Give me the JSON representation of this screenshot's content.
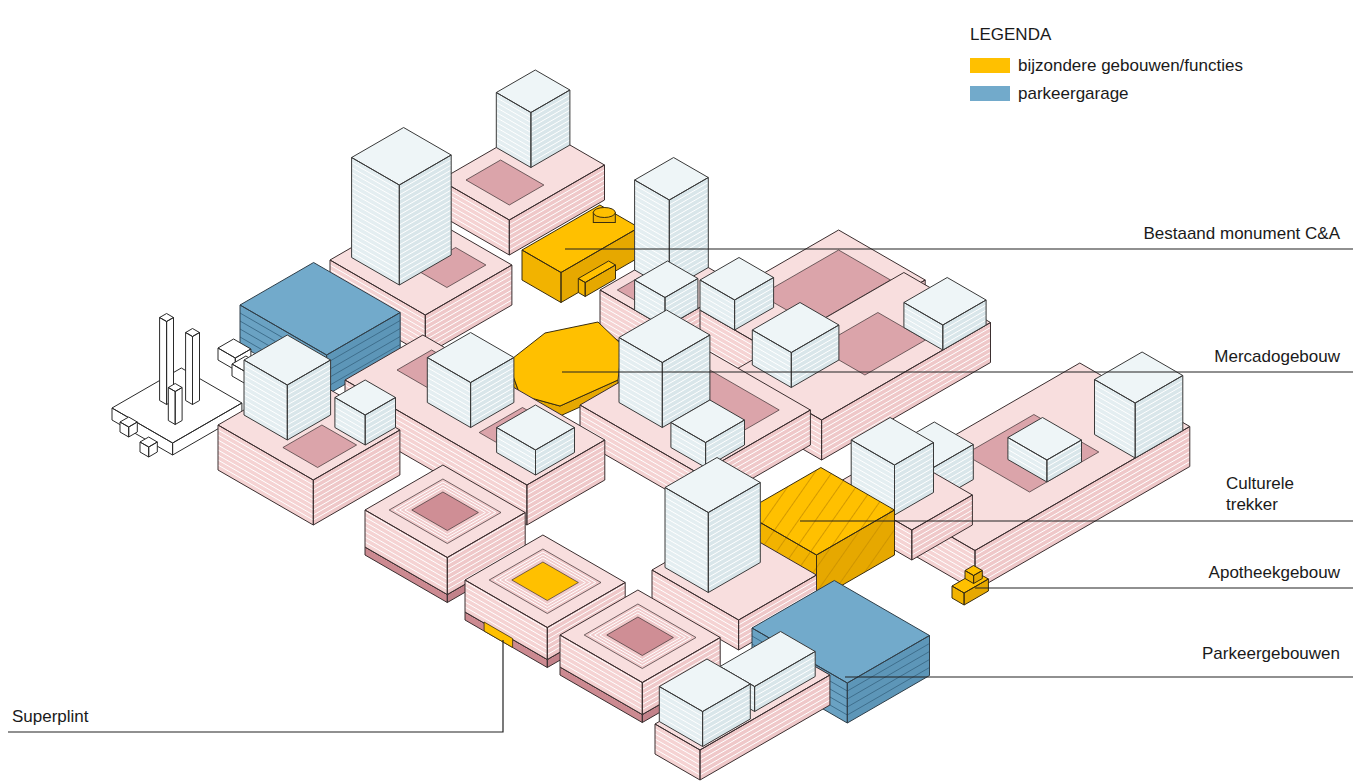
{
  "diagram": {
    "labels": [
      "LEGENDA",
      "Bestaand monument C&A",
      "Mercadogebouw",
      "Culturele trekker",
      "Apotheekgebouw",
      "Parkeergebouwen",
      "Superplint"
    ],
    "legend": [
      {
        "text": "bijzondere gebouwen/functies",
        "color": "#ffc000"
      },
      {
        "text": "parkeergarage",
        "color": "#72aacb"
      }
    ]
  }
}
